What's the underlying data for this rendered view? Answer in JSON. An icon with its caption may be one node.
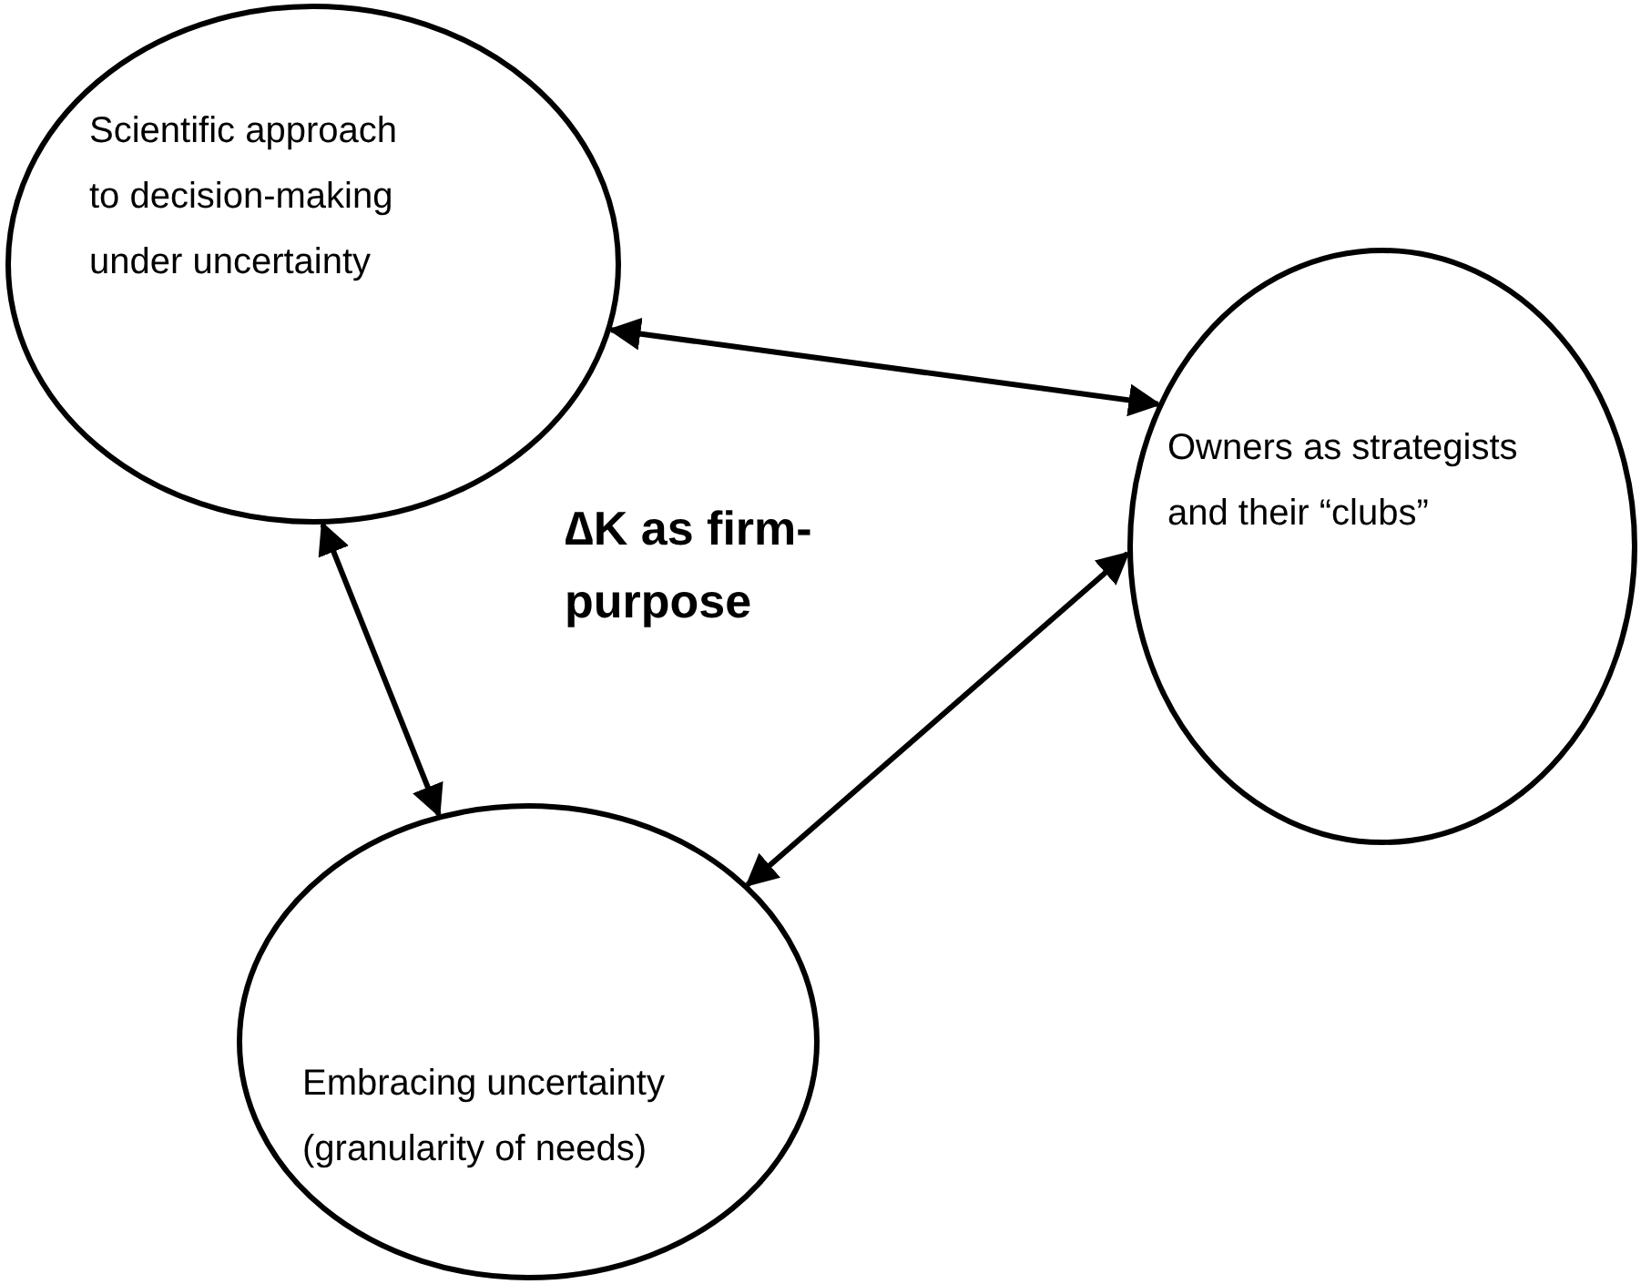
{
  "diagram": {
    "nodes": [
      {
        "text": [
          "Scientific approach to decision-making under uncertainty"
        ]
      },
      {
        "text": [
          "Owners as strategists and their “clubs”"
        ]
      },
      {
        "text": [
          "Embracing uncertainty (granularity of needs)"
        ]
      }
    ],
    "edges": [
      {
        "from": 0,
        "to": 1,
        "arrow": "both"
      },
      {
        "from": 0,
        "to": 2,
        "arrow": "both"
      },
      {
        "from": 2,
        "to": 1,
        "arrow": "both"
      }
    ],
    "labels": [
      "∆K as firm-purpose"
    ]
  }
}
